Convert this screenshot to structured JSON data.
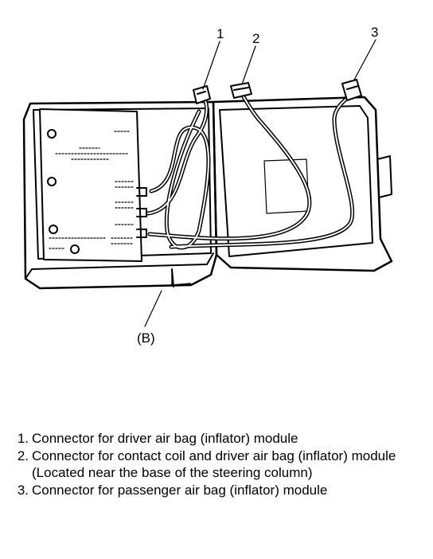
{
  "figure": {
    "callouts": [
      {
        "label": "1"
      },
      {
        "label": "2"
      },
      {
        "label": "3"
      }
    ],
    "part_label": "(B)"
  },
  "legend": [
    {
      "num": "1.",
      "text": "Connector for driver air bag (inflator) module"
    },
    {
      "num": "2.",
      "text": "Connector for contact coil and driver air bag (inflator) module (Located near the base of the steering column)"
    },
    {
      "num": "3.",
      "text": "Connector for passenger air bag (inflator) module"
    }
  ]
}
